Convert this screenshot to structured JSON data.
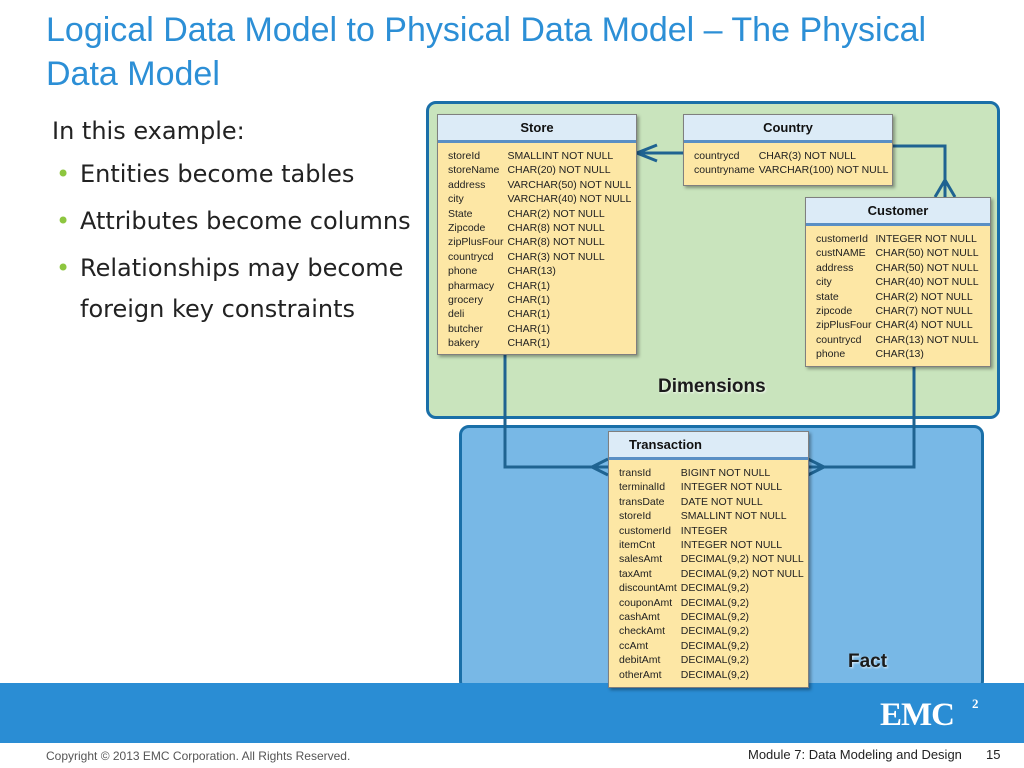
{
  "title": "Logical Data Model to Physical Data Model – The Physical Data Model",
  "bullets": {
    "intro": "In this example:",
    "items": [
      "Entities become tables",
      "Attributes become columns",
      "Relationships may become foreign key constraints"
    ]
  },
  "diagram": {
    "panel_labels": {
      "dimensions": "Dimensions",
      "fact": "Fact"
    },
    "tables": {
      "store": {
        "name": "Store",
        "columns": [
          [
            "storeId",
            "SMALLINT NOT NULL"
          ],
          [
            "storeName",
            "CHAR(20) NOT NULL"
          ],
          [
            "address",
            "VARCHAR(50) NOT NULL"
          ],
          [
            "city",
            "VARCHAR(40) NOT NULL"
          ],
          [
            "State",
            "CHAR(2) NOT NULL"
          ],
          [
            "Zipcode",
            "CHAR(8) NOT NULL"
          ],
          [
            "zipPlusFour",
            "CHAR(8) NOT NULL"
          ],
          [
            "countrycd",
            "CHAR(3) NOT NULL"
          ],
          [
            "phone",
            "CHAR(13)"
          ],
          [
            "pharmacy",
            "CHAR(1)"
          ],
          [
            "grocery",
            "CHAR(1)"
          ],
          [
            "deli",
            "CHAR(1)"
          ],
          [
            "butcher",
            "CHAR(1)"
          ],
          [
            "bakery",
            "CHAR(1)"
          ]
        ]
      },
      "country": {
        "name": "Country",
        "columns": [
          [
            "countrycd",
            "CHAR(3) NOT NULL"
          ],
          [
            "countryname",
            "VARCHAR(100) NOT NULL"
          ]
        ]
      },
      "customer": {
        "name": "Customer",
        "columns": [
          [
            "customerId",
            "INTEGER NOT NULL"
          ],
          [
            "custNAME",
            "CHAR(50) NOT NULL"
          ],
          [
            "address",
            "CHAR(50) NOT NULL"
          ],
          [
            "city",
            "CHAR(40) NOT NULL"
          ],
          [
            "state",
            "CHAR(2) NOT NULL"
          ],
          [
            "zipcode",
            "CHAR(7) NOT NULL"
          ],
          [
            "zipPlusFour",
            "CHAR(4) NOT NULL"
          ],
          [
            "countrycd",
            "CHAR(13) NOT NULL"
          ],
          [
            "phone",
            "CHAR(13)"
          ]
        ]
      },
      "transaction": {
        "name": "Transaction",
        "columns": [
          [
            "transId",
            "BIGINT NOT NULL"
          ],
          [
            "terminalId",
            "INTEGER NOT NULL"
          ],
          [
            "transDate",
            "DATE NOT NULL"
          ],
          [
            "storeId",
            "SMALLINT  NOT NULL"
          ],
          [
            "customerId",
            "INTEGER"
          ],
          [
            "itemCnt",
            "INTEGER NOT NULL"
          ],
          [
            "salesAmt",
            "DECIMAL(9,2) NOT NULL"
          ],
          [
            "taxAmt",
            "DECIMAL(9,2) NOT NULL"
          ],
          [
            "discountAmt",
            "DECIMAL(9,2)"
          ],
          [
            "couponAmt",
            "DECIMAL(9,2)"
          ],
          [
            "cashAmt",
            "DECIMAL(9,2)"
          ],
          [
            "checkAmt",
            "DECIMAL(9,2)"
          ],
          [
            "ccAmt",
            "DECIMAL(9,2)"
          ],
          [
            "debitAmt",
            "DECIMAL(9,2)"
          ],
          [
            "otherAmt",
            "DECIMAL(9,2)"
          ]
        ]
      }
    }
  },
  "footer": {
    "logo_text": "EMC",
    "logo_sup": "2",
    "copyright": "Copyright © 2013 EMC Corporation. All Rights Reserved.",
    "module": "Module 7: Data Modeling and Design",
    "page": "15"
  },
  "colors": {
    "title": "#2c8fd6",
    "bullet": "#8dc63f",
    "footer_band": "#2a8dd4",
    "dimensions_panel": "#c9e4bd",
    "fact_panel": "#78b8e6",
    "panel_border": "#1a6fa8",
    "table_body": "#fde7a5",
    "table_header": "#dcebf7",
    "connector": "#1f6391"
  }
}
